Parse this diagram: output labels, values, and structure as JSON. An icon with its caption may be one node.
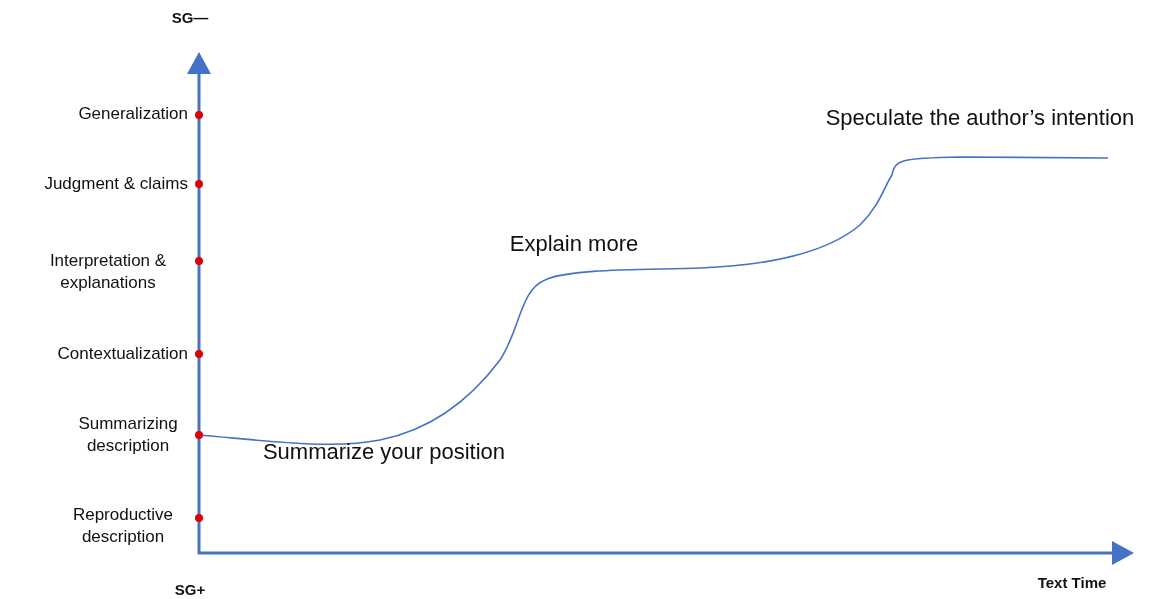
{
  "diagram": {
    "labels": [
      "SG—",
      "Generalization",
      "Speculate the author’s intention",
      "Judgment & claims",
      "Explain more",
      "Interpretation & explanations",
      "Contextualization",
      "Summarizing description",
      "Summarize your position",
      "Reproductive description",
      "Text Time",
      "SG+"
    ]
  }
}
